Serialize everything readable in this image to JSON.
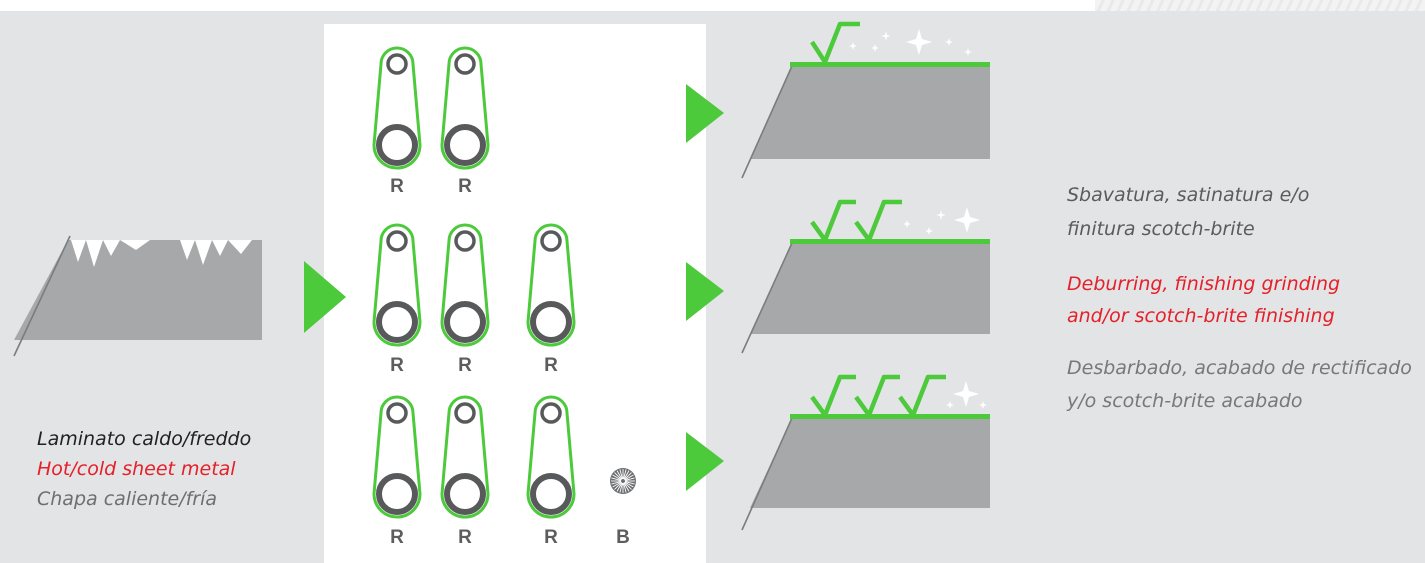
{
  "colors": {
    "background": "#e3e4e5",
    "accent_green": "#4dca3c",
    "metal_gray": "#a7a8aa",
    "roller_dark": "#58595b",
    "text_dark": "#222222",
    "text_red": "#e5202a",
    "text_gray": "#6d6e71"
  },
  "input": {
    "label_it": "Laminato caldo/freddo",
    "label_en": "Hot/cold sheet metal",
    "label_es": "Chapa caliente/fría"
  },
  "machines": [
    {
      "rows": [
        "R",
        "R"
      ]
    },
    {
      "rows": [
        "R",
        "R",
        "R"
      ]
    },
    {
      "rows": [
        "R",
        "R",
        "R",
        "B"
      ]
    }
  ],
  "output": {
    "label_it_1": "Sbavatura, satinatura e/o",
    "label_it_2": "finitura scotch-brite",
    "label_en_1": "Deburring, finishing grinding",
    "label_en_2": "and/or scotch-brite finishing",
    "label_es_1": "Desbarbado, acabado de rectificado",
    "label_es_2": "y/o scotch-brite acabado"
  },
  "quality_checks": [
    1,
    2,
    3
  ]
}
